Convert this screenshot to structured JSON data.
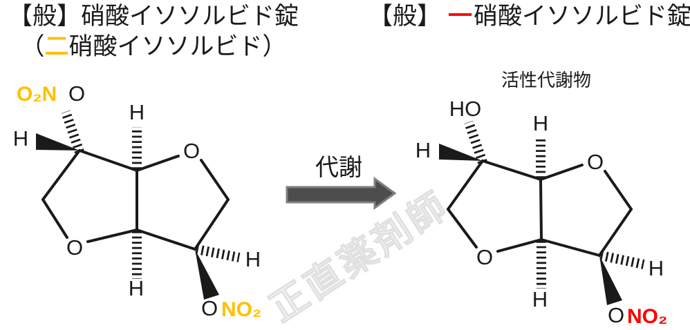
{
  "titles": {
    "left_line1": "【般】硝酸イソソルビド錠",
    "left_line2_open": "（",
    "left_line2_highlight": "二",
    "left_line2_rest": "硝酸イソソルビド）",
    "right_bracket": "【般】",
    "right_highlight": "一",
    "right_rest": "硝酸イソソルビド錠"
  },
  "reaction": {
    "arrow_label": "代謝"
  },
  "watermark": {
    "text": "正直薬剤師"
  },
  "molecule_left": {
    "top_group": {
      "colored": "O₂N",
      "oxygen": "O"
    },
    "ring_oxygen_right": "O",
    "ring_oxygen_left": "O",
    "hydrogens": {
      "left": "H",
      "top": "H",
      "bottom": "H",
      "right": "H"
    },
    "bottom_group": {
      "oxygen": "O",
      "colored": "NO₂"
    }
  },
  "molecule_right": {
    "caption": "活性代謝物",
    "top_group": {
      "hydroxyl": "HO"
    },
    "ring_oxygen_right": "O",
    "ring_oxygen_left": "O",
    "hydrogens": {
      "left": "H",
      "top": "H",
      "bottom": "H",
      "right": "H"
    },
    "bottom_group": {
      "oxygen": "O",
      "colored": "NO₂"
    }
  },
  "colors": {
    "ink": "#1A1A1A",
    "highlight_orange": "#FFC000",
    "highlight_red": "#FF0000",
    "arrow_fill": "#4D4D4D",
    "arrow_outline": "#7F7F7F",
    "watermark_gray": "#E0E0E0",
    "bg": "#FFFFFF"
  }
}
